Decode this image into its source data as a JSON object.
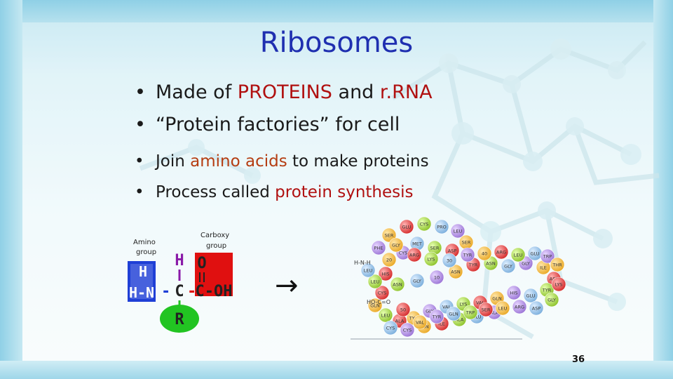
{
  "slide": {
    "title": "Ribosomes",
    "bullets": [
      {
        "segments": [
          {
            "text": "Made of ",
            "color": "#1a1a1a"
          },
          {
            "text": "PROTEINS",
            "color": "#b01010"
          },
          {
            "text": " and ",
            "color": "#1a1a1a"
          },
          {
            "text": "r.RNA",
            "color": "#b01010"
          }
        ]
      },
      {
        "segments": [
          {
            "text": "“Protein factories” for cell",
            "color": "#1a1a1a"
          }
        ]
      },
      {
        "segments": [
          {
            "text": "Join ",
            "color": "#1a1a1a"
          },
          {
            "text": "amino acids",
            "color": "#b53d12"
          },
          {
            "text": " to make proteins",
            "color": "#1a1a1a"
          }
        ]
      },
      {
        "segments": [
          {
            "text": "Process called ",
            "color": "#1a1a1a"
          },
          {
            "text": "protein synthesis",
            "color": "#b01010"
          }
        ]
      }
    ],
    "bullet_glyph": "•",
    "arrow_glyph": "→",
    "page_number": "36"
  },
  "amino_acid_diagram": {
    "amino_label_1": "Amino",
    "amino_label_2": "group",
    "carboxy_label_1": "Carboxy",
    "carboxy_label_2": "group",
    "amino_h": "H",
    "amino_hn": "H-N",
    "dash": "-",
    "center_h": "H",
    "center_c": "C",
    "carboxy_o": "O",
    "carboxy_coh": "C-OH",
    "r_group": "R",
    "colors": {
      "amino": "#1f3fd6",
      "carboxy": "#e01010",
      "r_group": "#22c422",
      "center": "#8a1aa8"
    }
  },
  "protein_chain": {
    "residues": [
      "SER",
      "GLU",
      "CYS",
      "PRO",
      "LEU",
      "SER",
      "ASP",
      "SER",
      "MET",
      "CYS",
      "20",
      "HIS",
      "ASN",
      "GLY",
      "10",
      "ASN",
      "TYR",
      "ASN",
      "GLY",
      "GLY",
      "ILE",
      "ASP",
      "TYR",
      "GLU",
      "HIS",
      "GLN",
      "VAL",
      "LYS",
      "VAL",
      "GLY",
      "TYR",
      "ALA",
      "LEU",
      "CYS",
      "CYS",
      "ASN",
      "ILE",
      "ALA",
      "GLU",
      "ALA",
      "GLN",
      "CYS",
      "LEU",
      "LEU",
      "PHE",
      "GLY",
      "ARG",
      "LYS",
      "30",
      "TYR",
      "40",
      "ARG",
      "LEU",
      "GLU",
      "TRP",
      "THR",
      "LYS",
      "GLY",
      "ASP",
      "ARG",
      "LEU",
      "SER",
      "TRP",
      "GLN",
      "TYR",
      "VAL",
      "50"
    ],
    "end_labels": {
      "amino_end": "H-N-H",
      "carboxy_end": "HO-C=O"
    }
  }
}
